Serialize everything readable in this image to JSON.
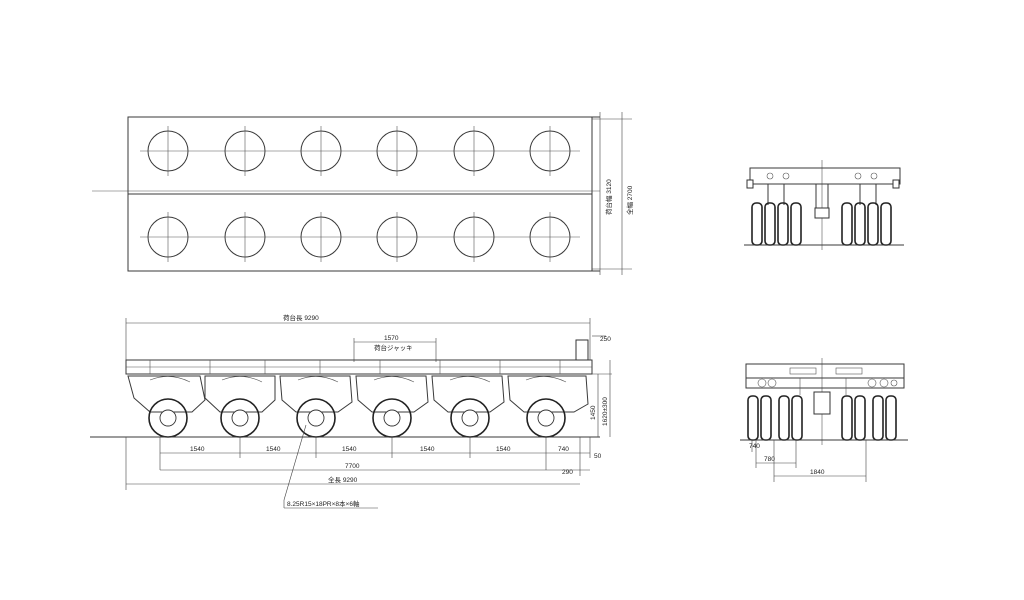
{
  "plan_view": {
    "dim_inner_width": "3120",
    "dim_outer_width": "2700",
    "label_inner": "荷台幅",
    "label_outer": "全幅"
  },
  "side_view": {
    "dim_platform_length": "9290",
    "label_platform_length": "荷台長",
    "dim_jack": "1570",
    "label_jack": "荷台ジャッキ",
    "dim_top_right": "250",
    "dim_height_platform": "1450",
    "dim_height_range": "1620±300",
    "axle_spacing": [
      "1540",
      "1540",
      "1540",
      "1540",
      "1540"
    ],
    "dim_rear": "740",
    "dim_rear_end": "50",
    "dim_wheelbase": "7700",
    "dim_overhang": "290",
    "label_total_length": "全長",
    "dim_total_length": "9290",
    "tire_spec": "8.25R15×18PR×8本×6軸"
  },
  "end_view": {
    "dim_740": "740",
    "dim_780": "780",
    "dim_1840": "1840"
  }
}
